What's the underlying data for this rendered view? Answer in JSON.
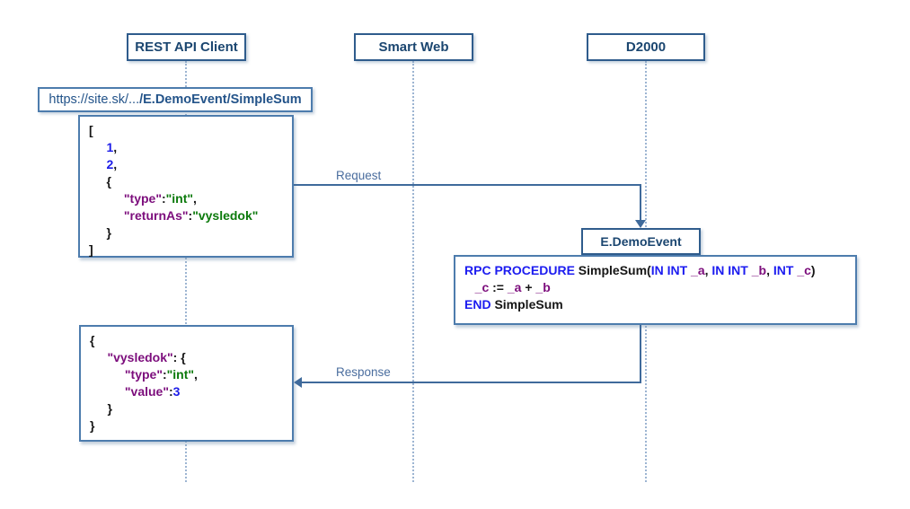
{
  "diagram": {
    "participants": [
      {
        "label": "REST API Client"
      },
      {
        "label": "Smart Web"
      },
      {
        "label": "D2000"
      }
    ],
    "url_bar": {
      "base": "https://site.sk/...",
      "path": "/E.DemoEvent/SimpleSum"
    },
    "messages": {
      "request": "Request",
      "response": "Response"
    },
    "event_box": {
      "label": "E.DemoEvent"
    },
    "request_payload": [
      [
        [
          "[",
          "b"
        ]
      ],
      [
        [
          "     ",
          "b"
        ],
        [
          "1",
          "n"
        ],
        [
          ",",
          "b"
        ]
      ],
      [
        [
          "     ",
          "b"
        ],
        [
          "2",
          "n"
        ],
        [
          ",",
          "b"
        ]
      ],
      [
        [
          "     ",
          "b"
        ],
        [
          "{",
          "b"
        ]
      ],
      [
        [
          "          ",
          "b"
        ],
        [
          "\"type\"",
          "p"
        ],
        [
          ":",
          "b"
        ],
        [
          "\"int\"",
          "g"
        ],
        [
          ",",
          "b"
        ]
      ],
      [
        [
          "          ",
          "b"
        ],
        [
          "\"returnAs\"",
          "p"
        ],
        [
          ":",
          "b"
        ],
        [
          "\"vysledok\"",
          "g"
        ]
      ],
      [
        [
          "     ",
          "b"
        ],
        [
          "}",
          "b"
        ]
      ],
      [
        [
          "]",
          "b"
        ]
      ]
    ],
    "rpc_code": [
      [
        [
          "RPC PROCEDURE ",
          "kw"
        ],
        [
          "SimpleSum(",
          "b"
        ],
        [
          "IN INT ",
          "kw"
        ],
        [
          "_a",
          "p"
        ],
        [
          ", ",
          "b"
        ],
        [
          "IN INT ",
          "kw"
        ],
        [
          "_b",
          "p"
        ],
        [
          ", ",
          "b"
        ],
        [
          "INT ",
          "kw"
        ],
        [
          "_c",
          "p"
        ],
        [
          ")",
          "b"
        ]
      ],
      [
        [
          "   ",
          "b"
        ],
        [
          "_c",
          "p"
        ],
        [
          " := ",
          "b"
        ],
        [
          "_a",
          "p"
        ],
        [
          " + ",
          "b"
        ],
        [
          "_b",
          "p"
        ]
      ],
      [
        [
          "END ",
          "kw"
        ],
        [
          "SimpleSum",
          "b"
        ]
      ]
    ],
    "response_payload": [
      [
        [
          "{",
          "b"
        ]
      ],
      [
        [
          "     ",
          "b"
        ],
        [
          "\"vysledok\"",
          "p"
        ],
        [
          ": ",
          "b"
        ],
        [
          "{",
          "b"
        ]
      ],
      [
        [
          "          ",
          "b"
        ],
        [
          "\"type\"",
          "p"
        ],
        [
          ":",
          "b"
        ],
        [
          "\"int\"",
          "g"
        ],
        [
          ",",
          "b"
        ]
      ],
      [
        [
          "          ",
          "b"
        ],
        [
          "\"value\"",
          "p"
        ],
        [
          ":",
          "b"
        ],
        [
          "3",
          "n"
        ]
      ],
      [
        [
          "     ",
          "b"
        ],
        [
          "}",
          "b"
        ]
      ],
      [
        [
          "}",
          "b"
        ]
      ]
    ],
    "colors": {
      "line": "#3f6a9b",
      "box_border": "#2f5c8c",
      "code_border": "#4d7cad",
      "navy_text": "#1b4670",
      "label_blue": "#4a6d9e",
      "key_purple": "#7c0d7c",
      "string_green": "#0c7a0c",
      "number_blue": "#1c1ce8",
      "keyword_blue": "#1c1cf0"
    }
  }
}
